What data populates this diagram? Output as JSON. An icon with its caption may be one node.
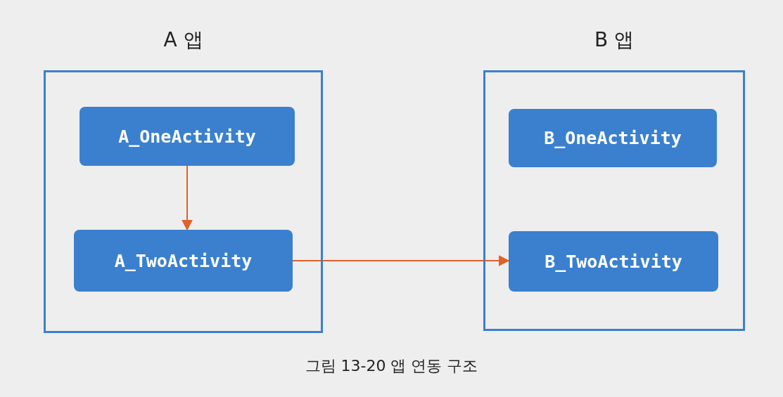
{
  "diagram": {
    "caption": "그림 13-20 앱 연동 구조",
    "nodes": [
      {
        "text": [
          "A 앱"
        ]
      },
      {
        "text": [
          "A_OneActivity"
        ],
        "in": 0
      },
      {
        "text": [
          "A_TwoActivity"
        ],
        "in": 0
      },
      {
        "text": [
          "B 앱"
        ]
      },
      {
        "text": [
          "B_OneActivity"
        ],
        "in": 3
      },
      {
        "text": [
          "B_TwoActivity"
        ],
        "in": 3
      }
    ],
    "edges": [
      {
        "from": 1,
        "to": 2,
        "arrow": "to"
      },
      {
        "from": 2,
        "to": 5,
        "arrow": "to"
      }
    ]
  }
}
